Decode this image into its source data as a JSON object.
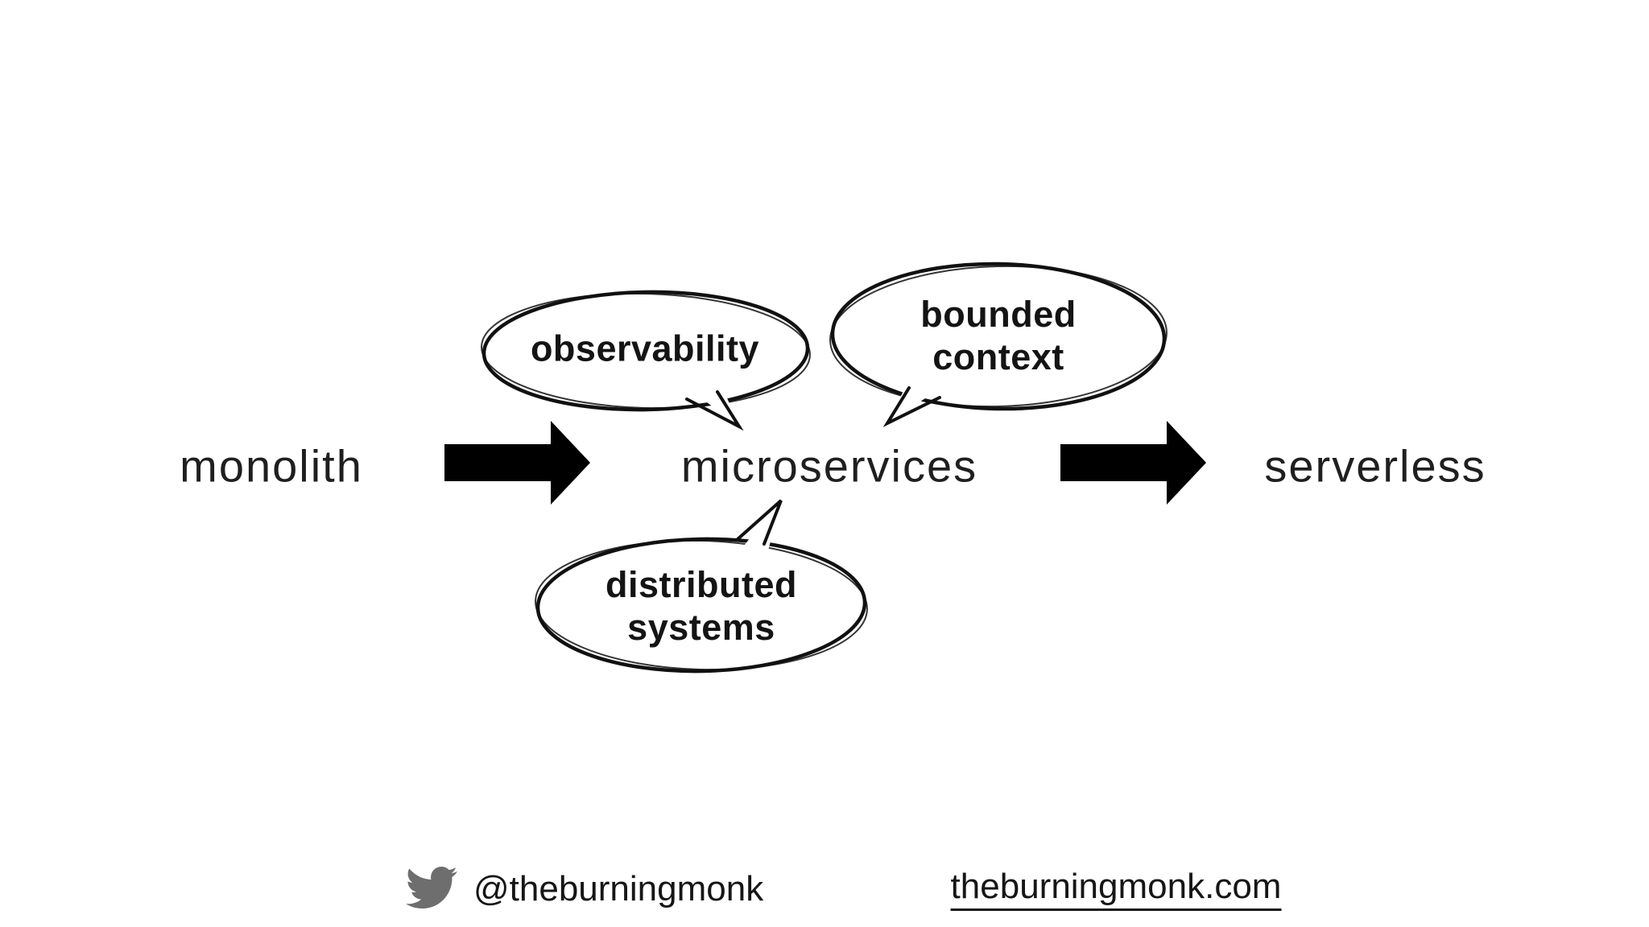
{
  "slide": {
    "stages": [
      {
        "label": "monolith"
      },
      {
        "label": "microservices"
      },
      {
        "label": "serverless"
      }
    ],
    "arrows": [
      {
        "name": "monolith-to-microservices",
        "direction": "right"
      },
      {
        "name": "microservices-to-serverless",
        "direction": "right"
      }
    ],
    "bubbles": [
      {
        "id": "observability",
        "lines": [
          "observability"
        ]
      },
      {
        "id": "bounded-context",
        "lines": [
          "bounded",
          "context"
        ]
      },
      {
        "id": "distributed-systems",
        "lines": [
          "distributed",
          "systems"
        ]
      }
    ],
    "footer": {
      "twitter_icon": "twitter-bird-icon",
      "twitter_handle": "@theburningmonk",
      "website": "theburningmonk.com"
    },
    "colors": {
      "background": "#ffffff",
      "ink": "#000000",
      "sketch_stroke": "#111111",
      "text": "#1f1f1f",
      "twitter_gray": "#6e6e6e"
    }
  }
}
